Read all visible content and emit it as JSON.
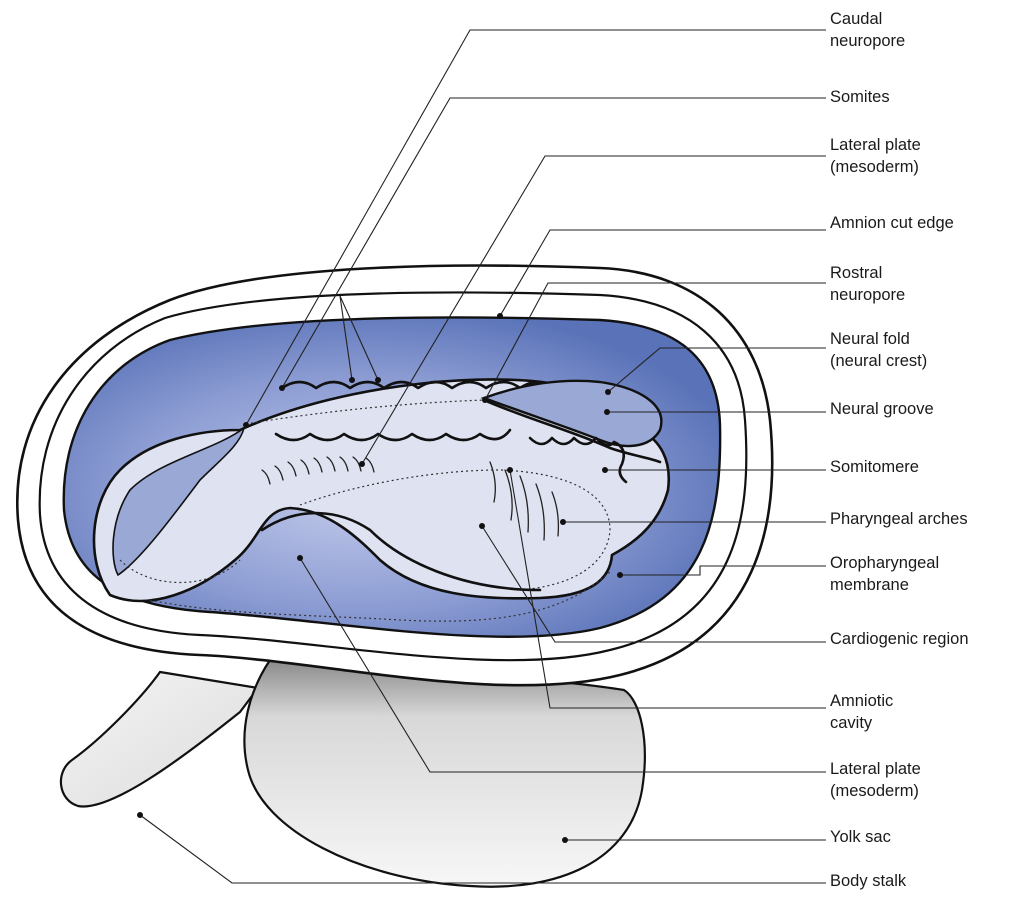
{
  "labels": [
    {
      "id": "caudal-neuropore",
      "lines": [
        "Caudal",
        "neuropore"
      ]
    },
    {
      "id": "somites",
      "lines": [
        "Somites"
      ]
    },
    {
      "id": "lateral-plate-top",
      "lines": [
        "Lateral plate",
        "(mesoderm)"
      ]
    },
    {
      "id": "amnion-cut-edge",
      "lines": [
        "Amnion cut edge"
      ]
    },
    {
      "id": "rostral-neuropore",
      "lines": [
        "Rostral",
        "neuropore"
      ]
    },
    {
      "id": "neural-fold",
      "lines": [
        "Neural fold",
        "(neural crest)"
      ]
    },
    {
      "id": "neural-groove",
      "lines": [
        "Neural groove"
      ]
    },
    {
      "id": "somitomere",
      "lines": [
        "Somitomere"
      ]
    },
    {
      "id": "pharyngeal-arches",
      "lines": [
        "Pharyngeal arches"
      ]
    },
    {
      "id": "oropharyngeal-membrane",
      "lines": [
        "Oropharyngeal",
        "membrane"
      ]
    },
    {
      "id": "cardiogenic-region",
      "lines": [
        "Cardiogenic region"
      ]
    },
    {
      "id": "amniotic-cavity",
      "lines": [
        "Amniotic",
        "cavity"
      ]
    },
    {
      "id": "lateral-plate-bottom",
      "lines": [
        "Lateral plate",
        "(mesoderm)"
      ]
    },
    {
      "id": "yolk-sac",
      "lines": [
        "Yolk sac"
      ]
    },
    {
      "id": "body-stalk",
      "lines": [
        "Body stalk"
      ]
    }
  ],
  "colors": {
    "amnion_blue": "#5a73b8",
    "embryo_fill": "#dfe2f1",
    "groove_fill": "#9aa8d6",
    "sac_fill": "#f2f2f2",
    "line": "#111111"
  }
}
